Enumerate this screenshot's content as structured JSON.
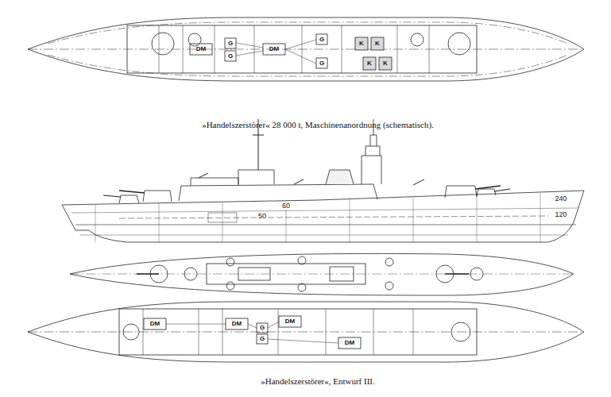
{
  "diagram": {
    "labels": [
      "»Handelszerstörer« 28 000 t, Maschinenanordnung (schematisch).",
      "DM",
      "G",
      "G",
      "DM",
      "G",
      "G",
      "K",
      "K",
      "K",
      "K",
      "50",
      "60",
      "240",
      "120",
      "DM",
      "DM",
      "G",
      "G",
      "DM",
      "DM",
      "»Handelszerstörer«, Entwurf III."
    ]
  }
}
